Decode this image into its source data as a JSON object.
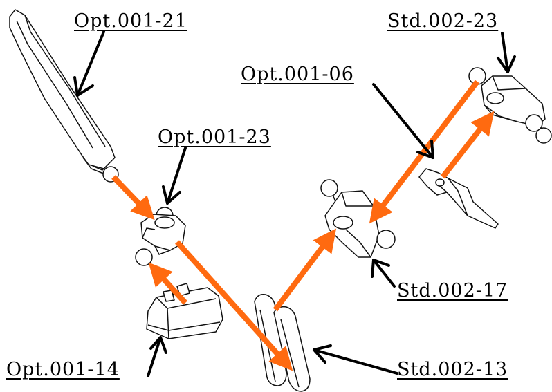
{
  "colors": {
    "assembly_arrow": "#ff6a10",
    "callout_arrow": "#000000",
    "part_outline": "#111111",
    "part_fill": "#ffffff",
    "part_shade": "#e8e8e8"
  },
  "labels": {
    "opt_001_21": "Opt.001-21",
    "opt_001_23": "Opt.001-23",
    "opt_001_14": "Opt.001-14",
    "opt_001_06": "Opt.001-06",
    "std_002_23": "Std.002-23",
    "std_002_17": "Std.002-17",
    "std_002_13": "Std.002-13"
  }
}
